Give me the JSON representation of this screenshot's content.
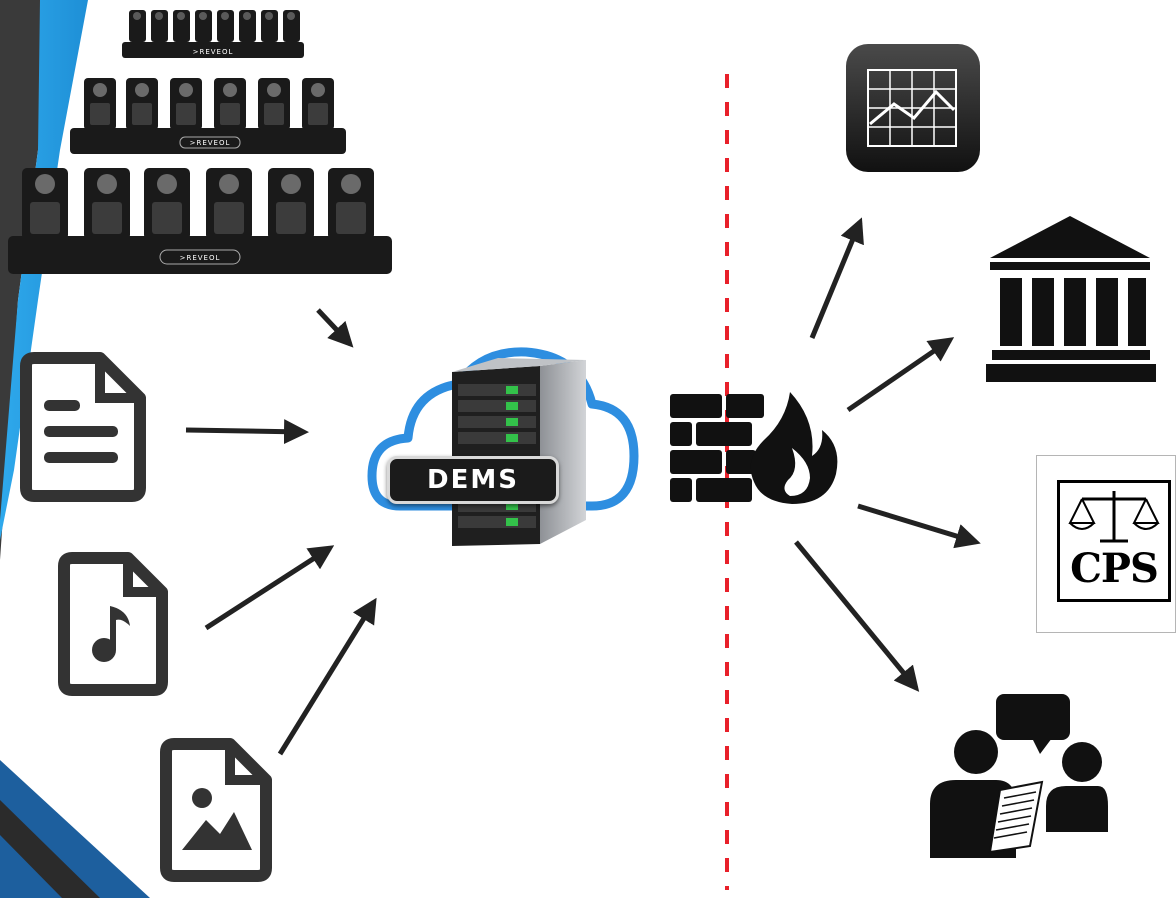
{
  "server": {
    "label": "DEMS"
  },
  "docks": {
    "brand": ">REVEOL"
  },
  "recipients": {
    "cps_label": "CPS"
  },
  "colors": {
    "arrow": "#222222",
    "divider": "#e8202a",
    "cloud_stroke": "#2e8ee0",
    "accent_blue": "#2aa3e8",
    "dark_blue": "#1d5f9e",
    "server_green": "#33c24a"
  },
  "icons": {
    "inputs": [
      "camera-dock-icon",
      "document-file-icon",
      "audio-file-icon",
      "image-file-icon"
    ],
    "outputs": [
      "chart-app-icon",
      "court-building-icon",
      "cps-scales-logo",
      "people-meeting-icon"
    ],
    "firewall": "firewall-icon"
  }
}
